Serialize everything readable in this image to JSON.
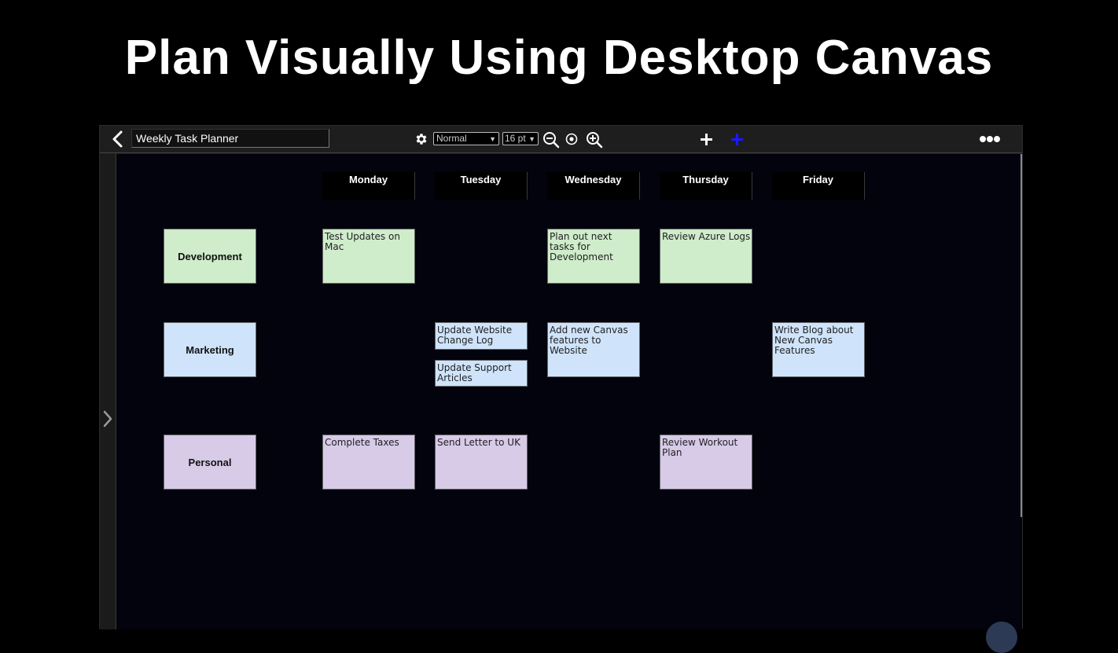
{
  "headline": "Plan Visually Using Desktop Canvas",
  "toolbar": {
    "title_value": "Weekly Task Planner",
    "style_value": "Normal",
    "size_value": "16 pt"
  },
  "days": [
    "Monday",
    "Tuesday",
    "Wednesday",
    "Thursday",
    "Friday"
  ],
  "categories": [
    "Development",
    "Marketing",
    "Personal"
  ],
  "notes": {
    "dev_mon": "Test Updates on Mac",
    "dev_wed": "Plan out next tasks for Development",
    "dev_thu": "Review Azure Logs",
    "mkt_tue_1": "Update Website Change Log",
    "mkt_tue_2": "Update Support Articles",
    "mkt_wed": "Add new Canvas features to Website",
    "mkt_fri": "Write Blog about New Canvas Features",
    "per_mon": "Complete Taxes",
    "per_tue": "Send Letter to UK",
    "per_thu": "Review Workout Plan"
  },
  "colors": {
    "development": "#cfeccb",
    "marketing": "#cfe4fb",
    "personal": "#d7cbe8",
    "canvas": "#03030d",
    "add_blue": "#1a1aff"
  },
  "icons": [
    "back-arrow-icon",
    "gear-icon",
    "zoom-out-icon",
    "zoom-reset-icon",
    "zoom-in-icon",
    "add-icon",
    "add-blue-icon",
    "more-icon",
    "expand-chevron-icon"
  ]
}
